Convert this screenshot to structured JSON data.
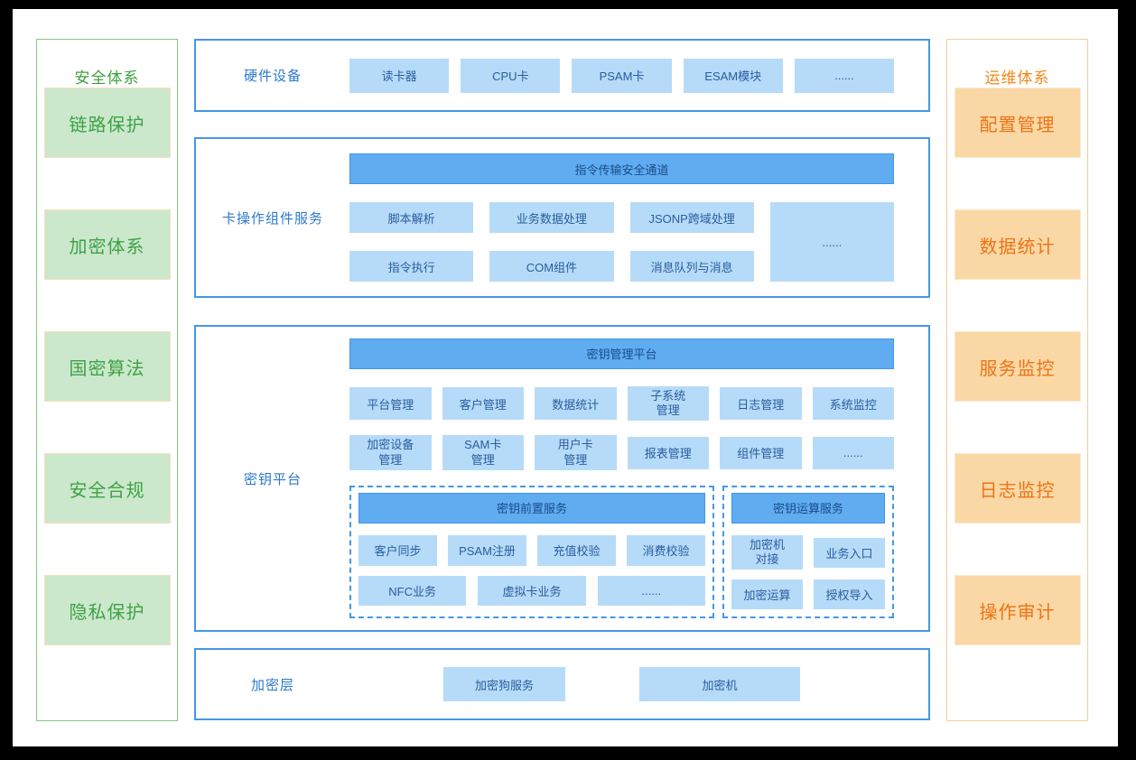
{
  "left_sidebar": {
    "title": "安全体系",
    "items": [
      "链路保护",
      "加密体系",
      "国密算法",
      "安全合规",
      "隐私保护"
    ]
  },
  "right_sidebar": {
    "title": "运维体系",
    "items": [
      "配置管理",
      "数据统计",
      "服务监控",
      "日志监控",
      "操作审计"
    ]
  },
  "sections": {
    "hardware": {
      "label": "硬件设备",
      "chips": [
        "读卡器",
        "CPU卡",
        "PSAM卡",
        "ESAM模块",
        "......"
      ]
    },
    "card_service": {
      "label": "卡操作组件服务",
      "header": "指令传输安全通道",
      "chips_row1": [
        "脚本解析",
        "业务数据处理",
        "JSONP跨域处理"
      ],
      "chips_row2": [
        "指令执行",
        "COM组件",
        "消息队列与消息"
      ],
      "more": "......"
    },
    "key_platform": {
      "label": "密钥平台",
      "header": "密钥管理平台",
      "chips_row1": [
        "平台管理",
        "客户管理",
        "数据统计",
        "子系统\n管理",
        "日志管理",
        "系统监控"
      ],
      "chips_row2": [
        "加密设备\n管理",
        "SAM卡\n管理",
        "用户卡\n管理",
        "报表管理",
        "组件管理",
        "......"
      ],
      "front_service": {
        "header": "密钥前置服务",
        "row1": [
          "客户同步",
          "PSAM注册",
          "充值校验",
          "消费校验"
        ],
        "row2": [
          "NFC业务",
          "虚拟卡业务",
          "......"
        ]
      },
      "compute_service": {
        "header": "密钥运算服务",
        "row1": [
          "加密机\n对接",
          "业务入口"
        ],
        "row2": [
          "加密运算",
          "授权导入"
        ]
      }
    },
    "encrypt_layer": {
      "label": "加密层",
      "chips": [
        "加密狗服务",
        "加密机"
      ]
    }
  },
  "colors": {
    "box_border_blue": "#4597E6",
    "chip_bg": "#B6DBF8",
    "chip_text": "#2A5C9F",
    "bar_bg": "#5FACF1",
    "bar_border": "#3E96E8",
    "bar_text": "#1B4B87",
    "section_label_text": "#2E79CE",
    "green_border": "#85C785",
    "green_title": "#3DA03D",
    "green_item_bg": "#CBE8CD",
    "green_item_border": "#F7DFB9",
    "green_item_text": "#3EA244",
    "orange_border": "#F7CD9C",
    "orange_title": "#F28718",
    "orange_item_bg": "#FAD8A5",
    "orange_item_border": "#FBE9D0",
    "orange_item_text": "#EE7316"
  }
}
